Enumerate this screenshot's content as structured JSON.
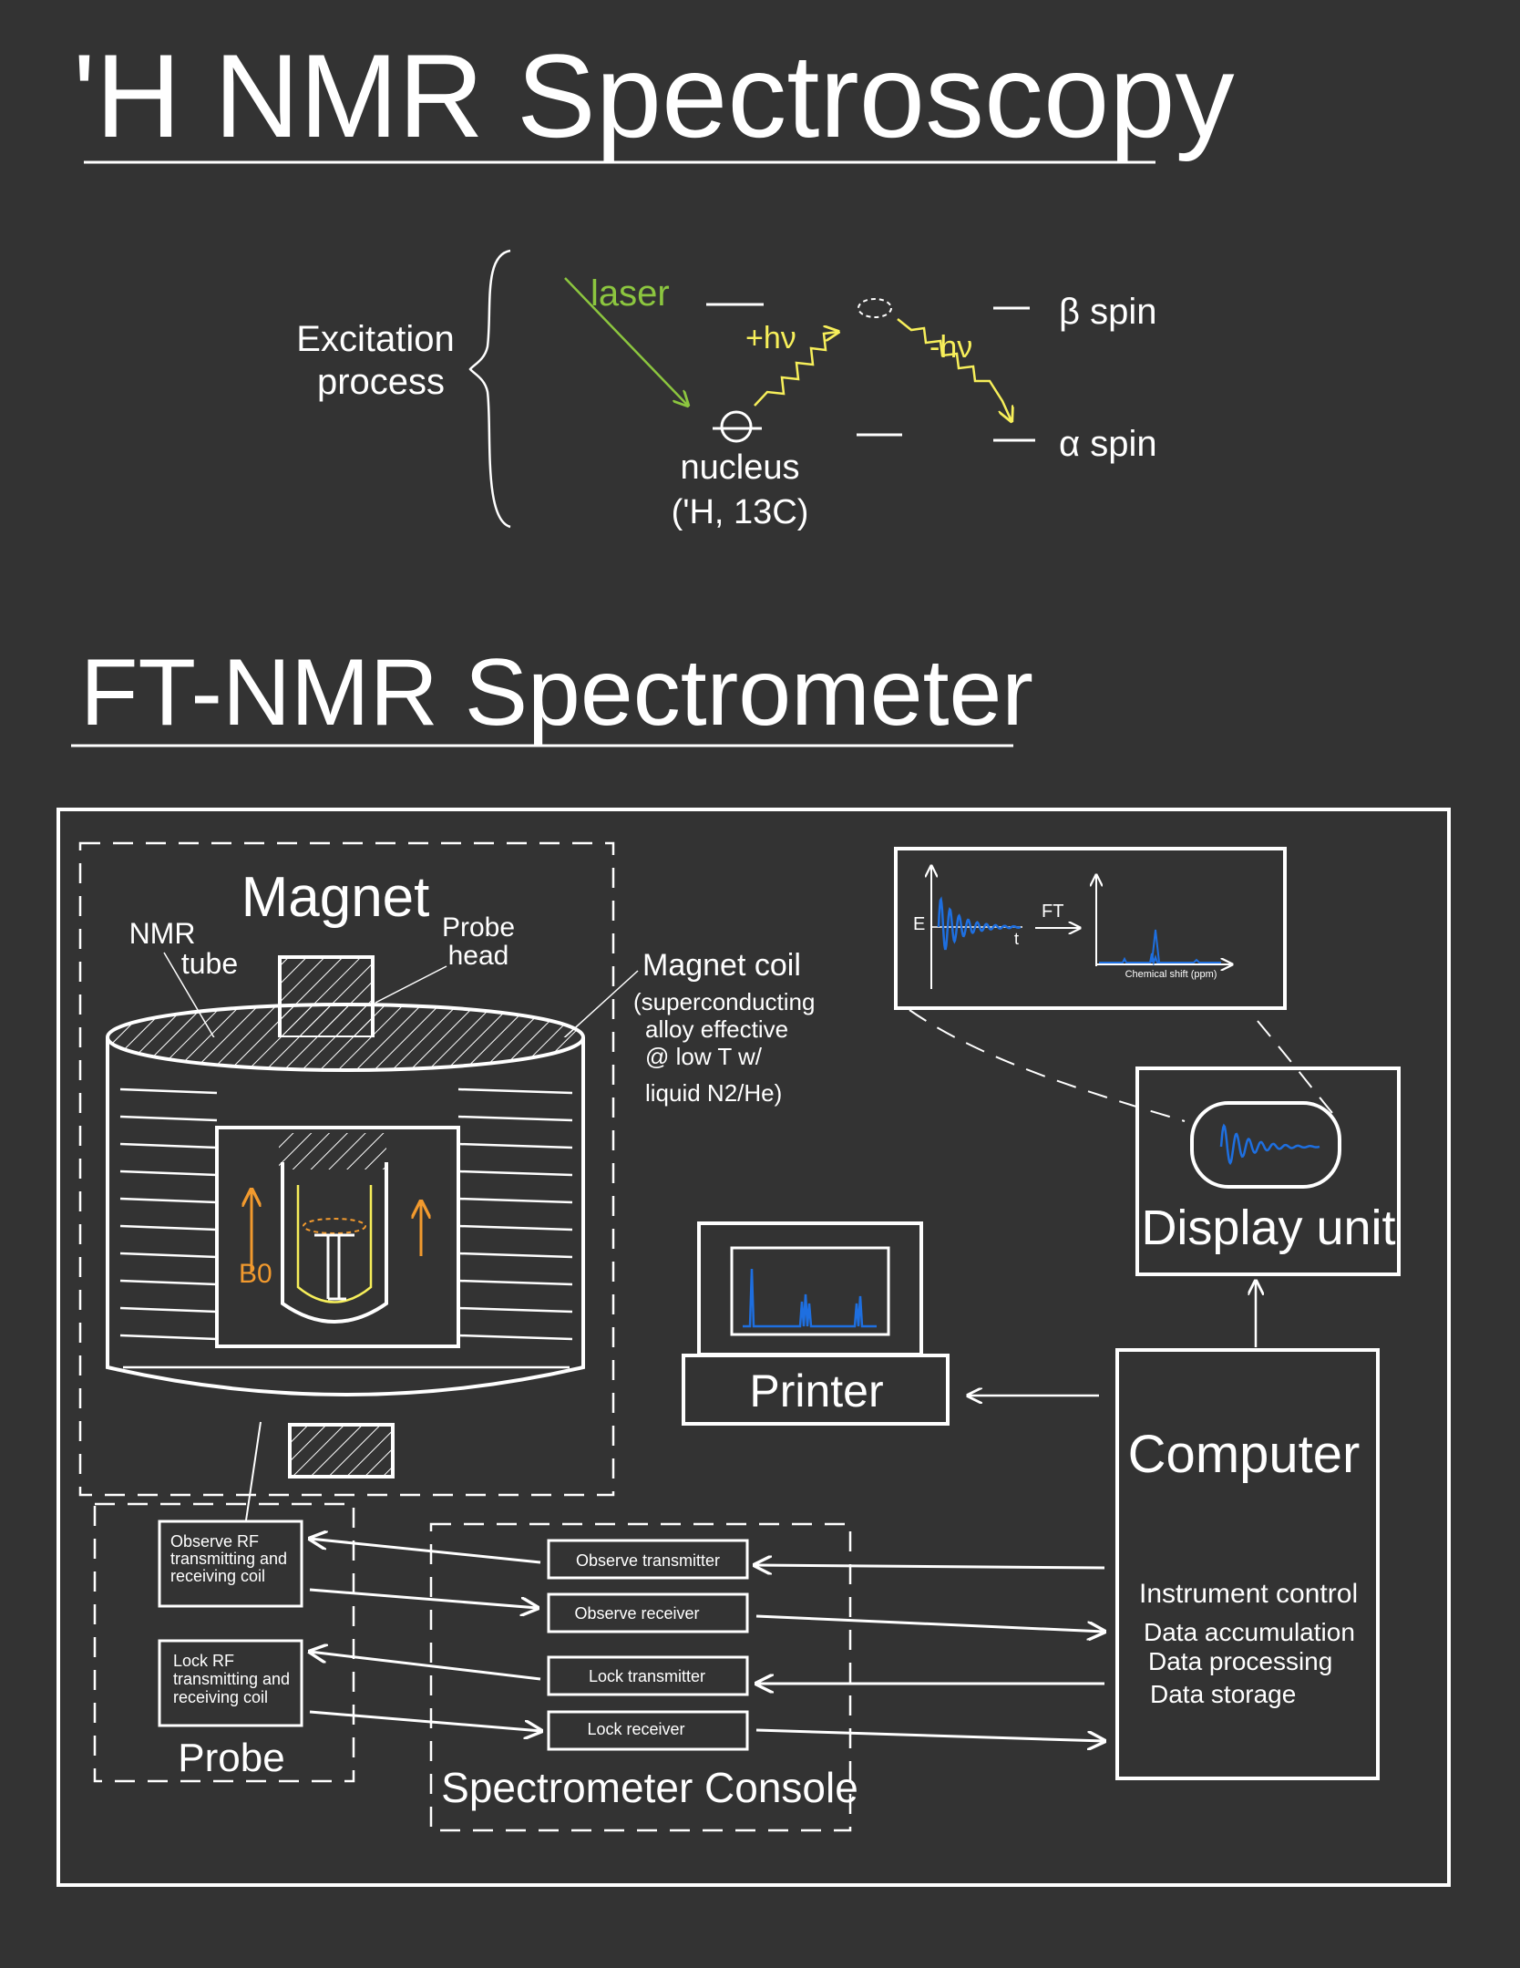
{
  "titles": {
    "main": "'H NMR Spectroscopy",
    "section2": "FT-NMR Spectrometer"
  },
  "excitation": {
    "label_line1": "Excitation",
    "label_line2": "process",
    "laser": "laser",
    "absorb": "+hν",
    "emit": "-hν",
    "beta": "β spin",
    "alpha": "α spin",
    "nucleus": "nucleus",
    "nucleus_examples": "('H, 13C)"
  },
  "magnet": {
    "title": "Magnet",
    "nmr_tube_line1": "NMR",
    "nmr_tube_line2": "tube",
    "probe_head_line1": "Probe",
    "probe_head_line2": "head",
    "coil_line1": "Magnet coil",
    "coil_line2": "(superconducting",
    "coil_line3": "alloy effective",
    "coil_line4": "@ low T w/",
    "coil_line5": "liquid N2/He)",
    "field": "B0"
  },
  "spectrum_window": {
    "e_label": "E",
    "t_label": "t",
    "ft_label": "FT",
    "x_axis": "Chemical shift (ppm)"
  },
  "display_unit": "Display unit",
  "printer": "Printer",
  "computer": {
    "title": "Computer",
    "functions": [
      "Instrument control",
      "Data accumulation",
      "Data processing",
      "Data storage"
    ]
  },
  "probe": {
    "title": "Probe",
    "observe_coil_line1": "Observe RF",
    "observe_coil_line2": "transmitting and",
    "observe_coil_line3": "receiving coil",
    "lock_coil_line1": "Lock RF",
    "lock_coil_line2": "transmitting and",
    "lock_coil_line3": "receiving coil"
  },
  "console": {
    "title": "Spectrometer Console",
    "observe_transmitter": "Observe transmitter",
    "observe_receiver": "Observe receiver",
    "lock_transmitter": "Lock transmitter",
    "lock_receiver": "Lock receiver"
  },
  "colors": {
    "background": "#333333",
    "chalk": "#ffffff",
    "laser": "#8cc63f",
    "photon": "#f7ef5a",
    "field_arrow": "#f29a2e",
    "signal": "#1e6fe0"
  }
}
